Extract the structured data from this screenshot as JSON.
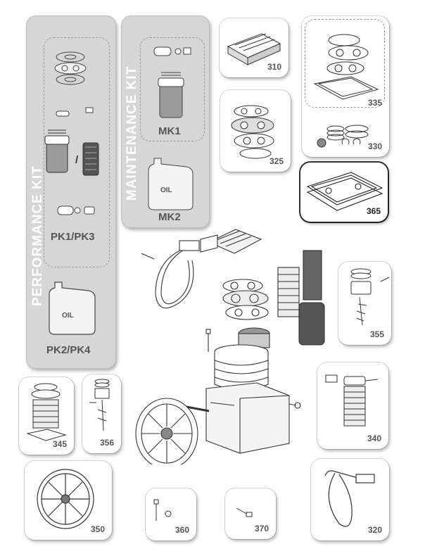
{
  "performance_kit": {
    "title": "PERFORMANCE KIT",
    "pk13_label": "PK1/PK3",
    "pk24_label": "PK2/PK4",
    "separator": "/",
    "oil_text": "OIL"
  },
  "maintenance_kit": {
    "title": "MAINTENANCE KIT",
    "mk1_label": "MK1",
    "mk2_label": "MK2",
    "oil_text": "OIL"
  },
  "parts": [
    {
      "id": "310"
    },
    {
      "id": "335"
    },
    {
      "id": "325"
    },
    {
      "id": "330"
    },
    {
      "id": "365"
    },
    {
      "id": "355"
    },
    {
      "id": "345"
    },
    {
      "id": "356"
    },
    {
      "id": "340"
    },
    {
      "id": "350"
    },
    {
      "id": "360"
    },
    {
      "id": "370"
    },
    {
      "id": "320"
    }
  ],
  "colors": {
    "panel": "#d6d6d6",
    "panel_title": "#ffffff",
    "label": "#555555",
    "line": "#333333"
  }
}
